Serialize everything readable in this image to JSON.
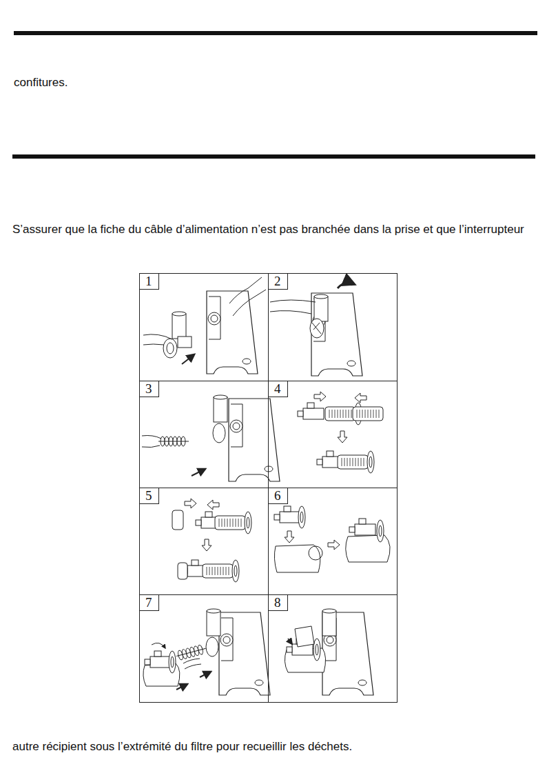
{
  "diagram": {
    "nodes": [
      {
        "text": [
          "1"
        ]
      },
      {
        "text": [
          "2"
        ]
      },
      {
        "text": [
          "3"
        ]
      },
      {
        "text": [
          "4"
        ]
      },
      {
        "text": [
          "5"
        ]
      },
      {
        "text": [
          "6"
        ]
      },
      {
        "text": [
          "7"
        ]
      },
      {
        "text": [
          "8"
        ]
      }
    ],
    "labels": [
      "confitures.",
      "S’assurer que la fiche du câble d’alimentation n’est pas branchée dans la prise et que l’interrupteur",
      "autre récipient sous l’extrémité du filtre pour recueillir les déchets."
    ]
  }
}
